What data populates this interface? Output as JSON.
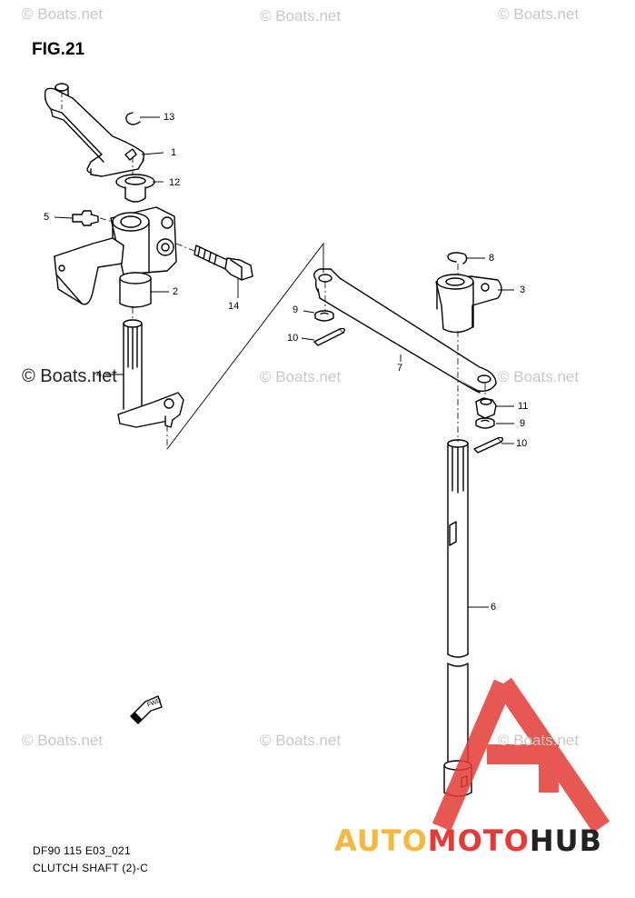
{
  "figure": {
    "title": "FIG.21",
    "code": "DF90 115 E03_021",
    "name": "CLUTCH SHAFT (2)-C"
  },
  "watermarks": {
    "text": "© Boats.net",
    "large_text": "© Boats.net"
  },
  "callouts": [
    {
      "id": "c13a",
      "label": "13"
    },
    {
      "id": "c1",
      "label": "1"
    },
    {
      "id": "c12",
      "label": "12"
    },
    {
      "id": "c5",
      "label": "5"
    },
    {
      "id": "c2",
      "label": "2"
    },
    {
      "id": "c14",
      "label": "14"
    },
    {
      "id": "c4",
      "label": "4"
    },
    {
      "id": "c8",
      "label": "8"
    },
    {
      "id": "c3",
      "label": "3"
    },
    {
      "id": "c9a",
      "label": "9"
    },
    {
      "id": "c10a",
      "label": "10"
    },
    {
      "id": "c7",
      "label": "7"
    },
    {
      "id": "c11",
      "label": "11"
    },
    {
      "id": "c9b",
      "label": "9"
    },
    {
      "id": "c10b",
      "label": "10"
    },
    {
      "id": "c6",
      "label": "6"
    }
  ],
  "fwd_arrow": {
    "label": "FWD"
  },
  "logo": {
    "part1": "AUTO",
    "part2": "MOTO",
    "part3": "HUB",
    "colors": {
      "auto": "#f4b93e",
      "moto": "#e53b36",
      "hub": "#222222",
      "triangle": "#e53b36"
    }
  }
}
